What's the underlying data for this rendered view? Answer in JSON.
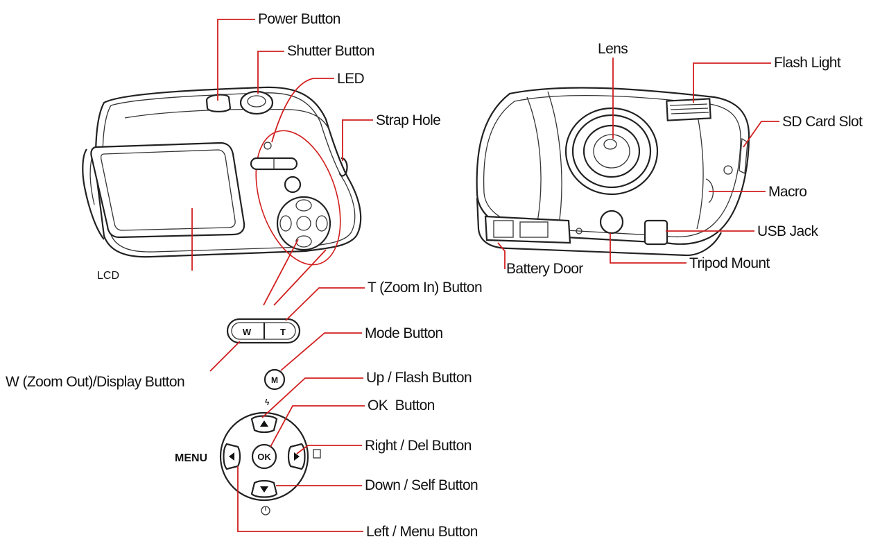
{
  "labels": {
    "power_button": "Power Button",
    "shutter_button": "Shutter Button",
    "led": "LED",
    "strap_hole": "Strap Hole",
    "lcd": "LCD",
    "lens": "Lens",
    "flash_light": "Flash Light",
    "sd_card_slot": "SD Card Slot",
    "macro": "Macro",
    "usb_jack": "USB Jack",
    "tripod_mount": "Tripod Mount",
    "battery_door": "Battery Door",
    "t_zoom_in_button": "T (Zoom In) Button",
    "mode_button": "Mode Button",
    "w_zoom_out_display_button": "W (Zoom Out)/Display Button",
    "up_flash_button": "Up / Flash Button",
    "ok_button": "OK  Button",
    "right_del_button": "Right / Del Button",
    "down_self_button": "Down / Self Button",
    "left_menu_button": "Left / Menu Button",
    "menu": "MENU"
  },
  "button_marks": {
    "w": "W",
    "t": "T",
    "m": "M",
    "ok": "OK"
  },
  "colors": {
    "leader_line": "#d21e1e",
    "outline": "#222222",
    "text": "#111111"
  }
}
